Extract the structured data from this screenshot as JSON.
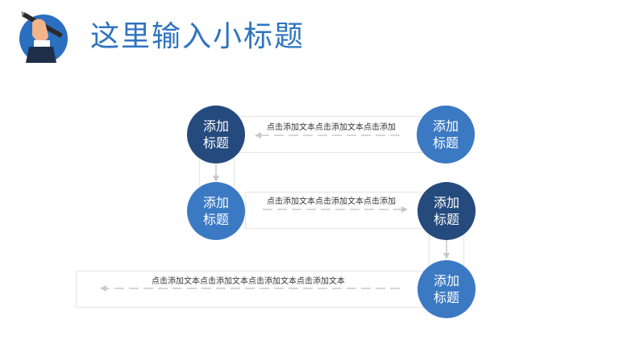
{
  "header": {
    "title": "这里输入小标题",
    "logo_icon": "hand-holding-pen-icon"
  },
  "nodes": [
    {
      "line1": "添加",
      "line2": "标题"
    },
    {
      "line1": "添加",
      "line2": "标题"
    },
    {
      "line1": "添加",
      "line2": "标题"
    },
    {
      "line1": "添加",
      "line2": "标题"
    },
    {
      "line1": "添加",
      "line2": "标题"
    }
  ],
  "texts": {
    "row1": "点击添加文本点击添加文本点击添加",
    "row2": "点击添加文本点击添加文本点击添加",
    "row3": "点击添加文本点击添加文本点击添加文本点击添加文本"
  },
  "colors": {
    "title": "#2f74c0",
    "node_dark": "#254a7e",
    "node_light": "#3b79c3",
    "connector": "#c8c8c8"
  }
}
